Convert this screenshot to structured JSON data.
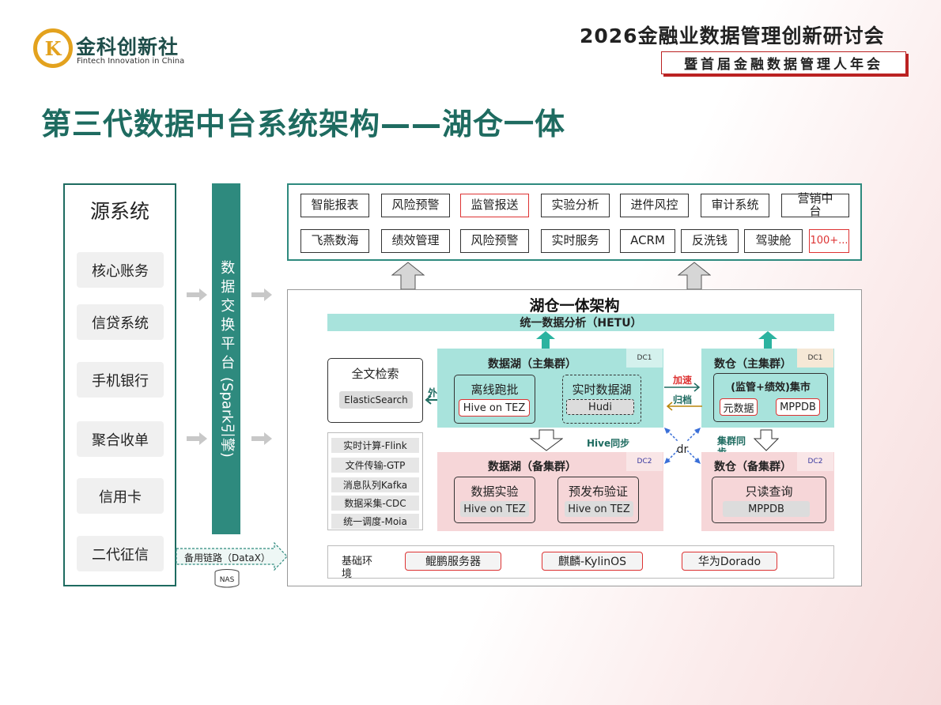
{
  "header": {
    "logo_letter": "K",
    "logo_name": "金科创新社",
    "logo_tagline": "Fintech Innovation in China",
    "conference_title": "2026金融业数据管理创新研讨会",
    "conference_subtitle": "暨首届金融数据管理人年会"
  },
  "page_title": "第三代数据中台系统架构——湖仓一体",
  "source_systems": {
    "title": "源系统",
    "items": [
      "核心账务",
      "信贷系统",
      "手机银行",
      "聚合收单",
      "信用卡",
      "二代征信"
    ]
  },
  "exchange": {
    "label": "数据交换平台",
    "engine": "(Spark引擎)",
    "backup_link": "备用链路（DataX）",
    "nas": "NAS"
  },
  "applications": {
    "row1": [
      "智能报表",
      "风险预警",
      "监管报送",
      "实验分析",
      "进件风控",
      "审计系统",
      "营销中台"
    ],
    "row2": [
      "飞燕数海",
      "绩效管理",
      "风险预警",
      "实时服务",
      "ACRM",
      "反洗钱",
      "驾驶舱",
      "100+..."
    ]
  },
  "lakehouse": {
    "title": "湖仓一体架构",
    "hetu": "统一数据分析（HETU）",
    "search": {
      "title": "全文检索",
      "engine": "ElasticSearch",
      "link": "外表"
    },
    "lake_main": {
      "title": "数据湖（主集群）",
      "dc": "DC1",
      "offline": {
        "title": "离线跑批",
        "engine": "Hive on TEZ"
      },
      "realtime": {
        "title": "实时数据湖",
        "engine": "Hudi"
      }
    },
    "wh_main": {
      "title": "数仓（主集群）",
      "dc": "DC1",
      "mart": "(监管+绩效)集市",
      "meta": "元数据",
      "mppdb": "MPPDB"
    },
    "lake_bak": {
      "title": "数据湖（备集群）",
      "dc": "DC2",
      "exp": {
        "title": "数据实验",
        "engine": "Hive on TEZ"
      },
      "verify": {
        "title": "预发布验证",
        "engine": "Hive on TEZ"
      }
    },
    "wh_bak": {
      "title": "数仓（备集群）",
      "dc": "DC2",
      "query": "只读查询",
      "mppdb": "MPPDB"
    },
    "labels": {
      "accelerate": "加速",
      "archive": "归档",
      "hive_sync": "Hive同步",
      "cluster_sync": "集群同步",
      "dr": "dr"
    },
    "tools": [
      "实时计算-Flink",
      "文件传输-GTP",
      "消息队列Kafka",
      "数据采集-CDC",
      "统一调度-Moia"
    ],
    "base": {
      "label": "基础环境",
      "items": [
        "鲲鹏服务器",
        "麒麟-KylinOS",
        "华为Dorado"
      ]
    }
  },
  "colors": {
    "teal": "#2e8a7e",
    "light_teal": "#a8e3dc",
    "pink": "#f6d6d8",
    "red": "#d33333",
    "title_green": "#1e6b60"
  }
}
